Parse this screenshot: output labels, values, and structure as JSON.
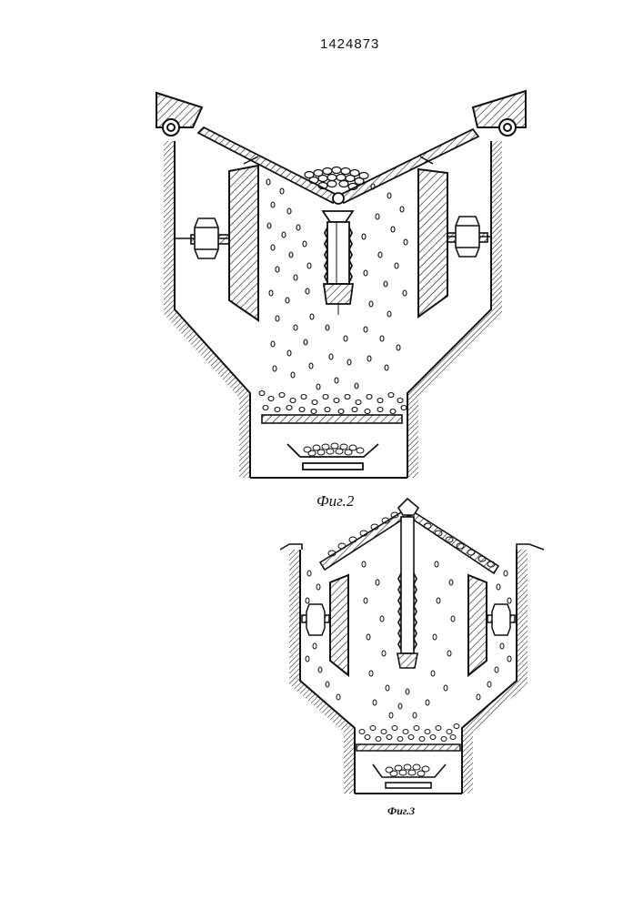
{
  "patent_number": "1424873",
  "figures": [
    {
      "id": "fig2",
      "caption": "Фиг.2"
    },
    {
      "id": "fig3",
      "caption": "Фиг.3"
    }
  ]
}
